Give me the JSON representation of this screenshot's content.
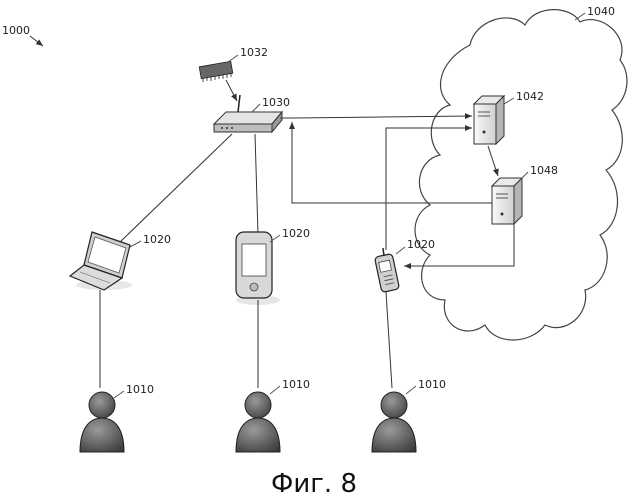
{
  "figure": {
    "caption": "Фиг. 8",
    "system_ref": "1000"
  },
  "cloud": {
    "ref": "1040"
  },
  "nodes": {
    "router": {
      "ref": "1030"
    },
    "chip": {
      "ref": "1032"
    },
    "server_top": {
      "ref": "1042"
    },
    "server_bottom": {
      "ref": "1048"
    },
    "laptop": {
      "ref": "1020"
    },
    "pda": {
      "ref": "1020"
    },
    "phone": {
      "ref": "1020"
    },
    "user_left": {
      "ref": "1010"
    },
    "user_middle": {
      "ref": "1010"
    },
    "user_right": {
      "ref": "1010"
    }
  }
}
